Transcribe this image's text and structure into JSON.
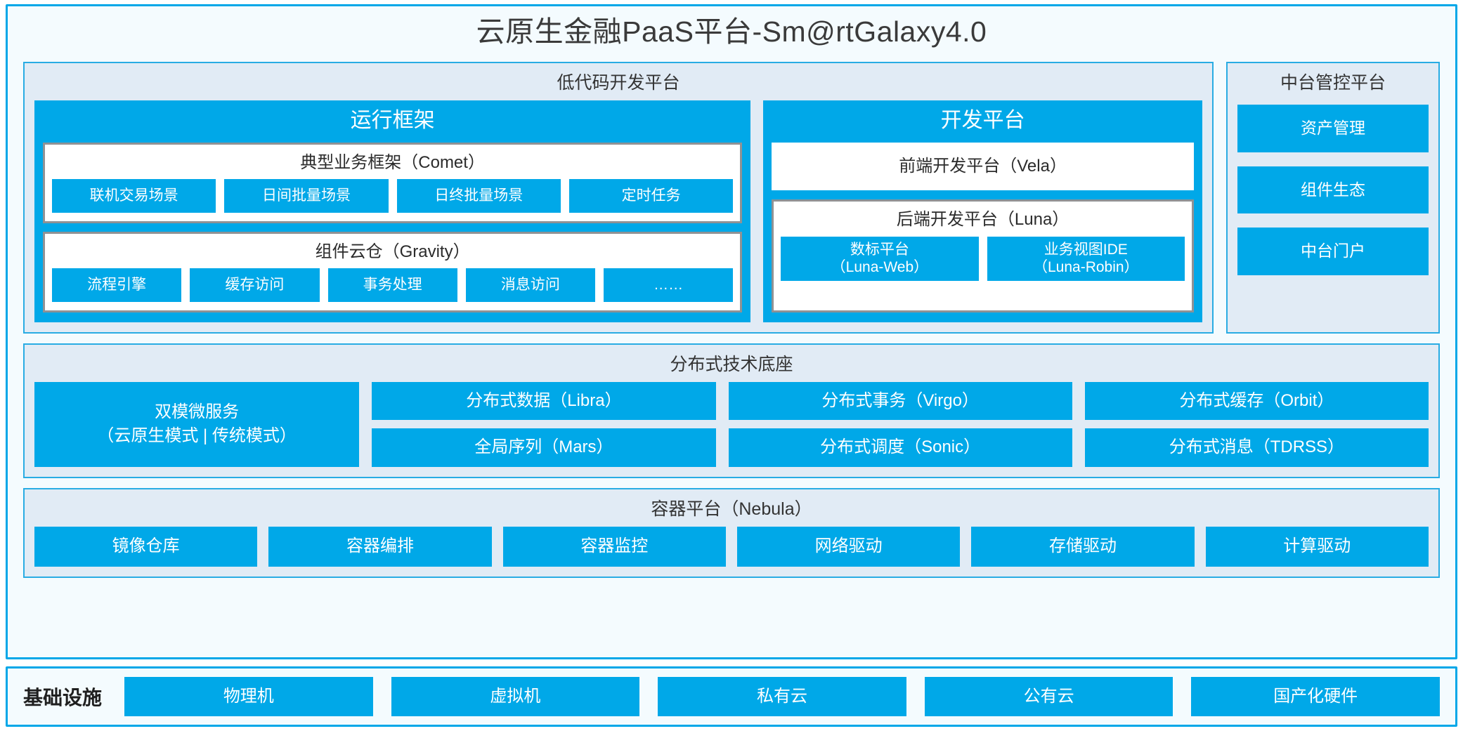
{
  "title": "云原生金融PaaS平台-Sm@rtGalaxy4.0",
  "colors": {
    "accent_blue": "#00a8e8",
    "frame_blue": "#29ace3",
    "section_bg": "#e1ebf5",
    "page_bg": "#f4fbfe",
    "card_border_grey": "#8f9295",
    "text_dark": "#333333",
    "text_white": "#ffffff"
  },
  "lowcode": {
    "title": "低代码开发平台",
    "runtime": {
      "title": "运行框架",
      "comet": {
        "title": "典型业务框架（Comet）",
        "items": [
          "联机交易场景",
          "日间批量场景",
          "日终批量场景",
          "定时任务"
        ]
      },
      "gravity": {
        "title": "组件云仓（Gravity）",
        "items": [
          "流程引擎",
          "缓存访问",
          "事务处理",
          "消息访问",
          "……"
        ]
      }
    },
    "devplatform": {
      "title": "开发平台",
      "vela": "前端开发平台（Vela）",
      "luna": {
        "title": "后端开发平台（Luna）",
        "items": [
          {
            "line1": "数标平台",
            "line2": "（Luna-Web）"
          },
          {
            "line1": "业务视图IDE",
            "line2": "（Luna-Robin）"
          }
        ]
      }
    }
  },
  "midoffice": {
    "title": "中台管控平台",
    "items": [
      "资产管理",
      "组件生态",
      "中台门户"
    ]
  },
  "distributed": {
    "title": "分布式技术底座",
    "microservice": {
      "line1": "双模微服务",
      "line2": "（云原生模式 | 传统模式）"
    },
    "columns": [
      [
        "分布式数据（Libra）",
        "全局序列（Mars）"
      ],
      [
        "分布式事务（Virgo）",
        "分布式调度（Sonic）"
      ],
      [
        "分布式缓存（Orbit）",
        "分布式消息（TDRSS）"
      ]
    ]
  },
  "container": {
    "title": "容器平台（Nebula）",
    "items": [
      "镜像仓库",
      "容器编排",
      "容器监控",
      "网络驱动",
      "存储驱动",
      "计算驱动"
    ]
  },
  "infrastructure": {
    "label": "基础设施",
    "items": [
      "物理机",
      "虚拟机",
      "私有云",
      "公有云",
      "国产化硬件"
    ]
  }
}
